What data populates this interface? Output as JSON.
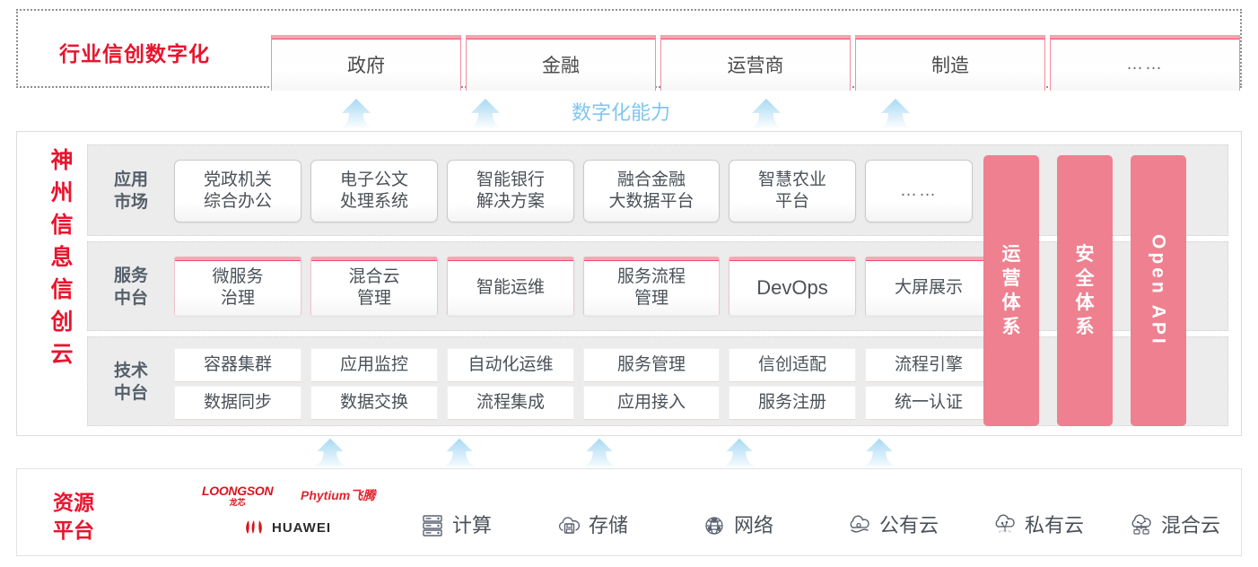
{
  "industry": {
    "title": "行业信创数字化",
    "boxes": [
      {
        "label": "政府"
      },
      {
        "label": "金融"
      },
      {
        "label": "运营商"
      },
      {
        "label": "制造"
      },
      {
        "label": "……"
      }
    ]
  },
  "capability": {
    "label": "数字化能力",
    "arrow_count": 4
  },
  "cloud": {
    "title_chars": [
      "神",
      "州",
      "信",
      "息",
      "信",
      "创",
      "云"
    ],
    "layers": [
      {
        "id": "app-market",
        "label_lines": [
          "应用",
          "市场"
        ],
        "cells": [
          {
            "lines": [
              "党政机关",
              "综合办公"
            ]
          },
          {
            "lines": [
              "电子公文",
              "处理系统"
            ]
          },
          {
            "lines": [
              "智能银行",
              "解决方案"
            ]
          },
          {
            "lines": [
              "融合金融",
              "大数据平台"
            ]
          },
          {
            "lines": [
              "智慧农业",
              "平台"
            ]
          },
          {
            "lines": [
              "……"
            ]
          }
        ]
      },
      {
        "id": "service-platform",
        "label_lines": [
          "服务",
          "中台"
        ],
        "cells": [
          {
            "lines": [
              "微服务",
              "治理"
            ]
          },
          {
            "lines": [
              "混合云",
              "管理"
            ]
          },
          {
            "lines": [
              "智能运维"
            ]
          },
          {
            "lines": [
              "服务流程",
              "管理"
            ]
          },
          {
            "lines": [
              "DevOps"
            ]
          },
          {
            "lines": [
              "大屏展示"
            ]
          }
        ]
      },
      {
        "id": "tech-platform",
        "label_lines": [
          "技术",
          "中台"
        ],
        "row1": [
          "容器集群",
          "应用监控",
          "自动化运维",
          "服务管理",
          "信创适配",
          "流程引擎"
        ],
        "row2": [
          "数据同步",
          "数据交换",
          "流程集成",
          "应用接入",
          "服务注册",
          "统一认证"
        ]
      }
    ],
    "pillars": [
      {
        "id": "operation-system",
        "chars": [
          "运",
          "营",
          "体",
          "系"
        ],
        "rotated": false
      },
      {
        "id": "security-system",
        "chars": [
          "安",
          "全",
          "体",
          "系"
        ],
        "rotated": false
      },
      {
        "id": "open-api",
        "text": "Open API",
        "rotated": true
      }
    ]
  },
  "lower_arrows": {
    "count": 5
  },
  "resource": {
    "title_lines": [
      "资源",
      "平台"
    ],
    "logos": [
      {
        "id": "loongson",
        "main": "LOONGSON",
        "sub": "龙芯"
      },
      {
        "id": "phytium",
        "text": "Phytium飞腾"
      },
      {
        "id": "huawei",
        "text": "HUAWEI"
      }
    ],
    "items": [
      {
        "icon": "server-icon",
        "label": "计算"
      },
      {
        "icon": "cloud-storage-icon",
        "label": "存储"
      },
      {
        "icon": "network-icon",
        "label": "网络"
      },
      {
        "icon": "public-cloud-icon",
        "label": "公有云"
      },
      {
        "icon": "private-cloud-icon",
        "label": "私有云"
      },
      {
        "icon": "hybrid-cloud-icon",
        "label": "混合云"
      }
    ]
  },
  "colors": {
    "brand_red": "#e8142d",
    "pink_accent": "#ee8090",
    "pink_cap": "#f3aab6",
    "capability_blue": "#7fc6ef",
    "layer_bg": "#ececec",
    "text_dark": "#4a5158"
  }
}
